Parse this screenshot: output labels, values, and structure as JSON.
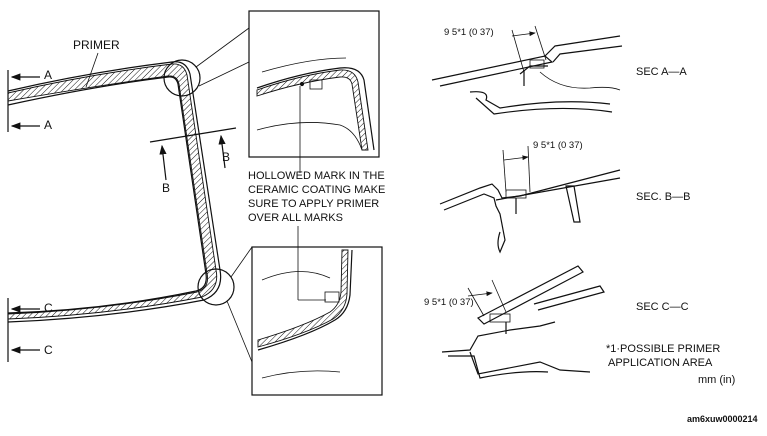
{
  "labels": {
    "primer": "PRIMER",
    "a_top": "A",
    "a_bottom": "A",
    "b_left": "B",
    "b_right": "B",
    "c_top": "C",
    "c_bottom": "C"
  },
  "note": {
    "line1": "HOLLOWED MARK IN THE",
    "line2": "CERAMIC COATING MAKE",
    "line3": "SURE TO APPLY PRIMER",
    "line4": "OVER ALL MARKS"
  },
  "sections": {
    "a": {
      "title": "SEC  A—A",
      "dim": "9 5*1 (0 37)"
    },
    "b": {
      "title": "SEC. B—B",
      "dim": "9 5*1 (0 37)"
    },
    "c": {
      "title": "SEC  C—C",
      "dim": "9 5*1 (0 37)"
    }
  },
  "footnote": {
    "line1": "*1·POSSIBLE PRIMER",
    "line2": "APPLICATION AREA",
    "units": "mm (in)"
  },
  "figure_id": "am6xuw0000214"
}
